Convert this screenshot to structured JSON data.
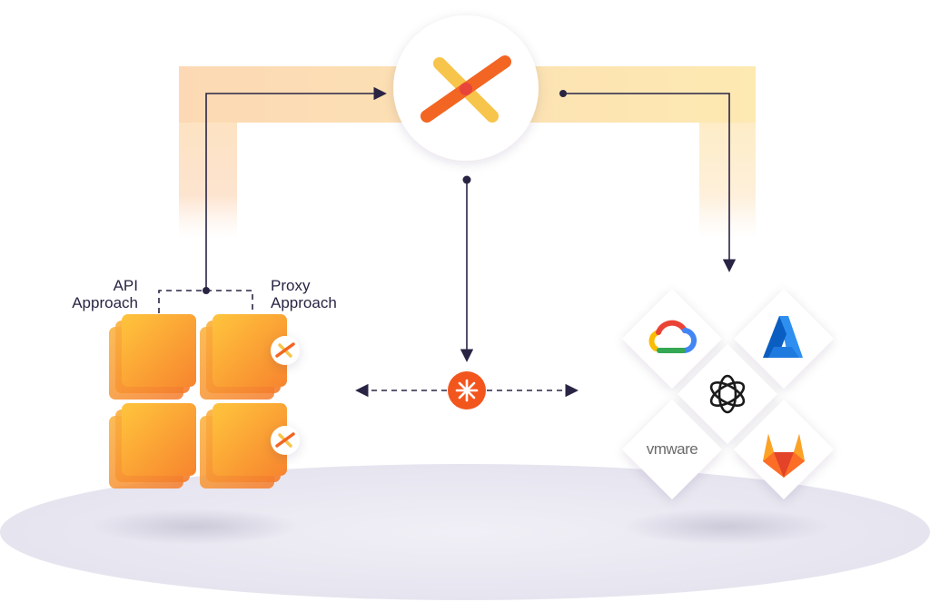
{
  "labels": {
    "api_approach_line1": "API",
    "api_approach_line2": "Approach",
    "proxy_approach_line1": "Proxy",
    "proxy_approach_line2": "Approach"
  },
  "providers": {
    "vmware_wordmark": "vmware"
  },
  "icons": {
    "hub": "x-logo-icon",
    "central_node": "asterisk-icon",
    "proxy_badges": [
      "x-logo-icon",
      "x-logo-icon"
    ],
    "provider_tiles": [
      "google-cloud-icon",
      "azure-icon",
      "openai-icon",
      "vmware-logo",
      "gitlab-icon"
    ]
  },
  "colors": {
    "accent_orange": "#f26522",
    "accent_yellow": "#f6c445",
    "ink": "#2a2444",
    "platform": "#e9e7f1"
  }
}
